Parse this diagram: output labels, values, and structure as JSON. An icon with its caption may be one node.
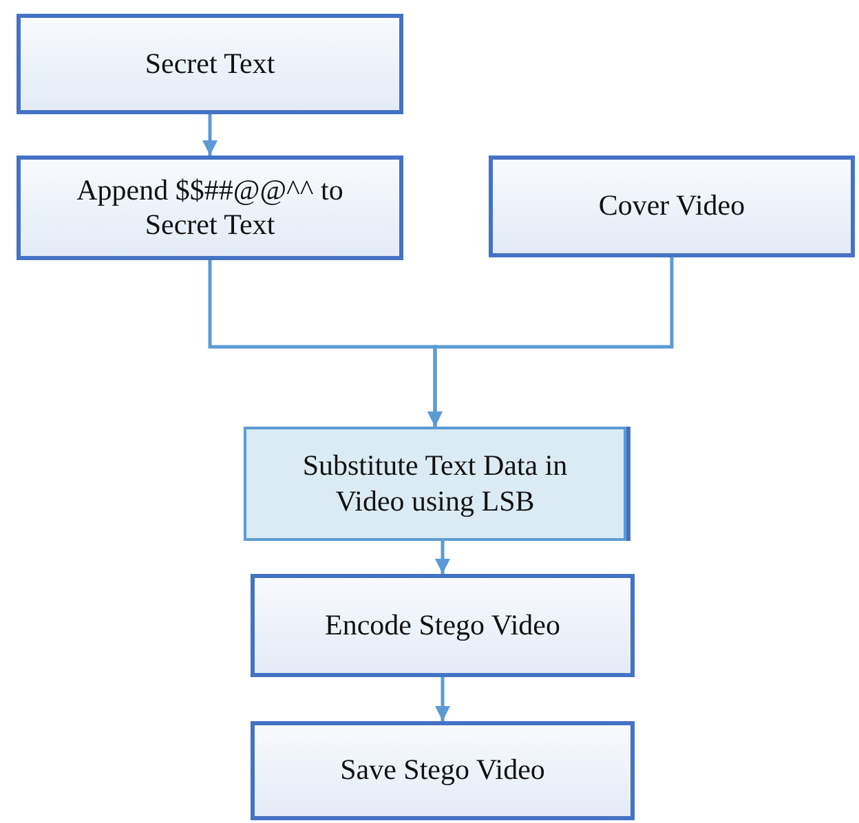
{
  "diagram": {
    "nodes": [
      {
        "text": [
          "Secret Text"
        ]
      },
      {
        "text": [
          "Append $$##@@^^ to Secret Text"
        ]
      },
      {
        "text": [
          "Cover Video"
        ]
      },
      {
        "text": [
          "Substitute Text Data in Video using LSB"
        ]
      },
      {
        "text": [
          "Encode Stego Video"
        ]
      },
      {
        "text": [
          "Save Stego Video"
        ]
      }
    ],
    "edges": [
      {
        "from": 0,
        "to": 1,
        "arrow": "to"
      },
      {
        "from": 1,
        "to": 3,
        "arrow": "to"
      },
      {
        "from": 2,
        "to": 3,
        "arrow": "to"
      },
      {
        "from": 3,
        "to": 4,
        "arrow": "to"
      },
      {
        "from": 4,
        "to": 5,
        "arrow": "to"
      }
    ]
  }
}
